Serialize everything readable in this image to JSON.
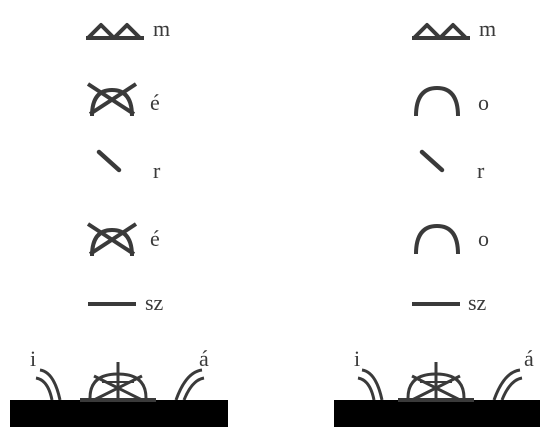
{
  "columns": [
    {
      "rows": [
        {
          "symbol": "double-arch-icon",
          "letter": "m"
        },
        {
          "symbol": "crossed-arch-icon",
          "letter": "é"
        },
        {
          "symbol": "slash-stroke-icon",
          "letter": "r"
        },
        {
          "symbol": "crossed-arch-icon",
          "letter": "é"
        },
        {
          "symbol": "horizontal-bar-icon",
          "letter": "sz"
        }
      ],
      "base": {
        "symbol": "wheel-on-base-icon",
        "left_letter": "i",
        "right_letter": "á"
      }
    },
    {
      "rows": [
        {
          "symbol": "double-arch-icon",
          "letter": "m"
        },
        {
          "symbol": "arch-icon",
          "letter": "o"
        },
        {
          "symbol": "slash-stroke-icon",
          "letter": "r"
        },
        {
          "symbol": "arch-icon",
          "letter": "o"
        },
        {
          "symbol": "horizontal-bar-icon",
          "letter": "sz"
        }
      ],
      "base": {
        "symbol": "wheel-on-base-icon",
        "left_letter": "i",
        "right_letter": "á"
      }
    }
  ],
  "colors": {
    "ink": "#3a3a3a",
    "base": "#000000"
  }
}
